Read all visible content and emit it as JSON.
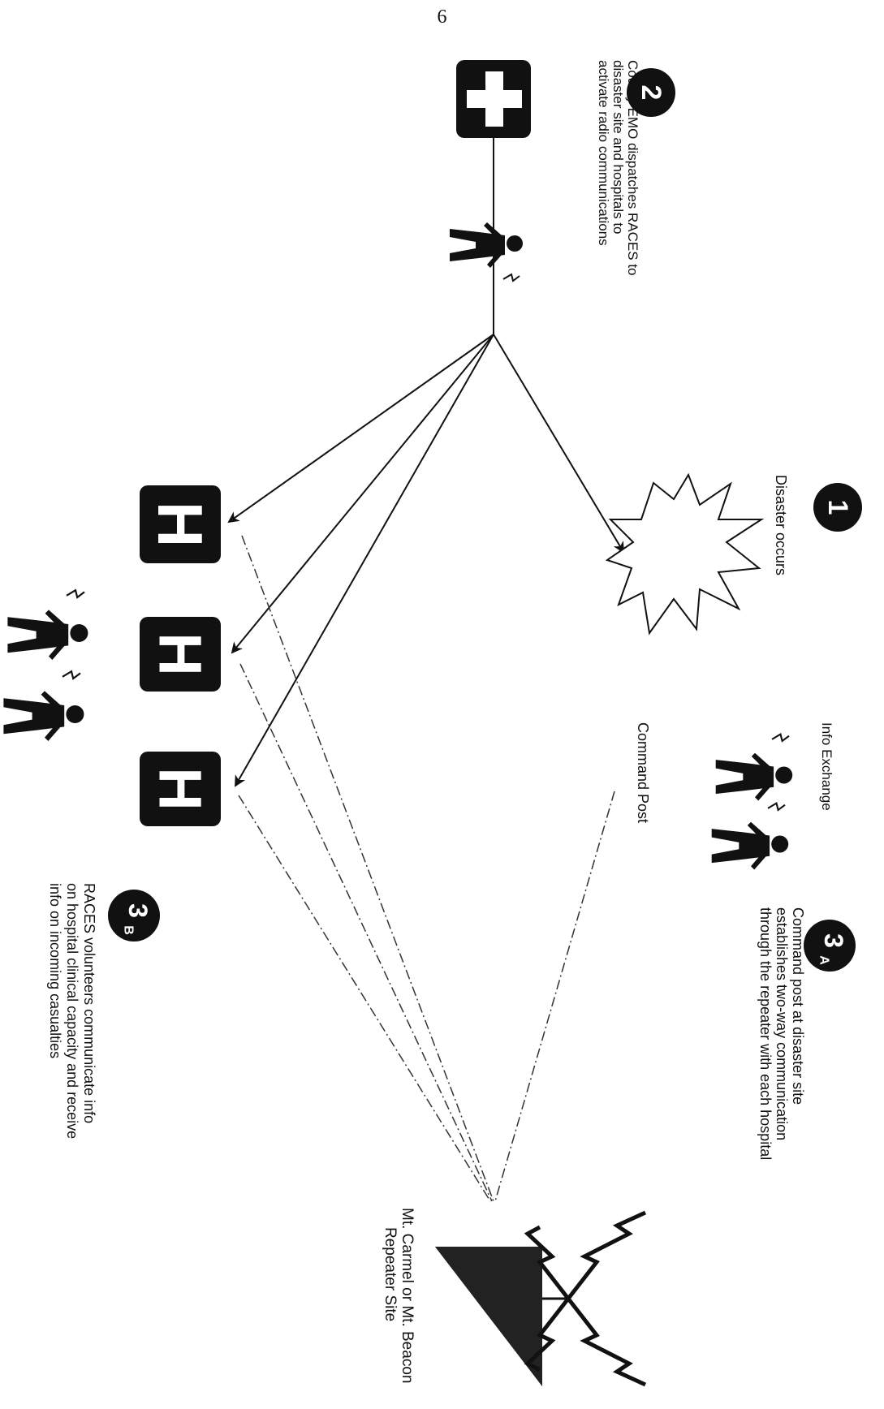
{
  "page_number": "6",
  "steps": {
    "step1": {
      "badge": "1",
      "label": "Disaster occurs"
    },
    "step2": {
      "badge": "2",
      "lines": [
        "County EMO dispatches RACES to",
        "disaster site and hospitals to",
        "activate radio communications"
      ]
    },
    "step3a": {
      "badge": "3",
      "badge_sub": "A",
      "lines": [
        "Command post at disaster site",
        "establishes two-way communication",
        "through the repeater with each hospital"
      ]
    },
    "step3b": {
      "badge": "3",
      "badge_sub": "B",
      "lines": [
        "RACES volunteers communicate info",
        "on hospital clinical capacity and receive",
        "info on incoming casualties"
      ]
    }
  },
  "labels": {
    "info_exchange": "Info Exchange",
    "command_post": "Command Post",
    "repeater_line1": "Mt. Carmel or Mt. Beacon",
    "repeater_line2": "Repeater Site"
  },
  "hospital_letter": "H",
  "icons": [
    "first-aid-cross-icon",
    "running-person-radio-icon",
    "explosion-icon",
    "person-radio-icon",
    "hospital-icon",
    "radio-tower-icon"
  ],
  "colors": {
    "ink": "#111111",
    "paper": "#ffffff"
  }
}
